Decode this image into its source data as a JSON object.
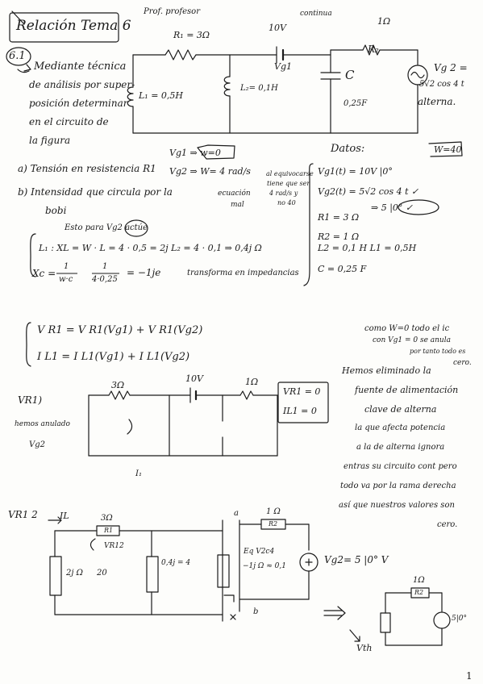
{
  "header": {
    "title": "Relación Tema 6",
    "number": "6.1"
  },
  "statement": [
    "Mediante técnica",
    "de análisis por super-",
    "posición determinar",
    "en el circuito de",
    "la figura"
  ],
  "circuit1": {
    "prof_note": "Prof. profesor",
    "r1": "R₁ = 3Ω",
    "v1_value": "10V",
    "v1_note": "continua",
    "vg1": "Vg1",
    "r2_value": "1Ω",
    "r2_name": "R₂",
    "l1": "L₁ = 0,5H",
    "l2": "L₂= 0,1H",
    "c_name": "C",
    "c_value": "0,25F",
    "vg2_a": "Vg 2 =",
    "vg2_b": "5√2 cos 4 t",
    "vg2_c": "alterna."
  },
  "questions": {
    "a": "a) Tensión en resistencia R1",
    "b1": "b) Intensidad que circula por la",
    "b2": "bobi"
  },
  "omega": {
    "vg1": "Vg1 ⇒ w=0",
    "vg2": "Vg2 ⇒ W= 4 rad/s",
    "note1": "al equivocarse",
    "note2": "tiene que ser",
    "note3": "4 rad/s y",
    "note4": "no 40",
    "note5": "ecuación",
    "note6": "mal"
  },
  "data_box": {
    "title": "Datos:",
    "w": "W=40",
    "lines": [
      "Vg1(t) = 10V  |0°",
      "Vg2(t) = 5√2 cos 4 t  ✓",
      "⇒  5 |0°  ✓",
      "R1 = 3 Ω",
      "R2 = 1 Ω",
      "L2 = 0,1 H     L1 = 0,5H",
      "C = 0,25 F"
    ]
  },
  "impedance": {
    "note": "Esto para Vg2 actúe",
    "xl_line": "L₁ :    XL = W · L = 4 · 0,5 = 2j      L₂ = 4 · 0,1 ⇒ 0,4j Ω",
    "xc_left": "Xc =",
    "xc_mid": "= −1je",
    "xc_frac1_num": "1",
    "xc_frac1_den": "w·c",
    "xc_frac2_num": "1",
    "xc_frac2_den": "4·0,25",
    "transform": "transforma en impedancias"
  },
  "superposition": {
    "line1": "V R1 =  V R1(Vg1)  +  V R1(Vg2)",
    "line2": "I L1 =  I L1(Vg1)  +  I L1(Vg2)"
  },
  "circuit2": {
    "label": "VR1)",
    "sub1": "hemos anulado",
    "sub2": "Vg2",
    "r1": "3Ω",
    "v1": "10V",
    "r2": "1Ω",
    "result1": "VR1 = 0",
    "result2": "IL1 = 0",
    "current": "I₁"
  },
  "explanation": {
    "head1": "como  W=0  todo el ic",
    "head2": "con Vg1 = 0 se anula",
    "head3": "por tanto todo es",
    "head4": "cero.",
    "lines": [
      "Hemos eliminado la",
      "fuente de alimentación",
      "clave de alterna",
      "la que afecta potencia",
      "a la de alterna ignora",
      "entras su circuito cont pero",
      "todo va por la rama derecha",
      "así que nuestros valores son",
      "cero."
    ]
  },
  "circuit3": {
    "label": "VR1 2",
    "il": "IL",
    "r1_value": "3Ω",
    "r1_name": "R1",
    "vr12": "VR12",
    "l1_imp": "2j Ω",
    "twenty": "20",
    "l2_imp": "0,4j = 4",
    "node_a": "a",
    "node_b": "b",
    "c_imp": "−1j Ω",
    "eq": "Eq  V2c4",
    "eq2": "−1j Ω ≈ 0,1",
    "r2_value": "1 Ω",
    "r2_name": "R2",
    "vg2": "Vg2= 5 |0° V",
    "arrow": "⇒",
    "small_r": "1Ω",
    "small_r_name": "R2",
    "small_src": "5|0°",
    "vth": "Vth"
  },
  "page_number": "1"
}
